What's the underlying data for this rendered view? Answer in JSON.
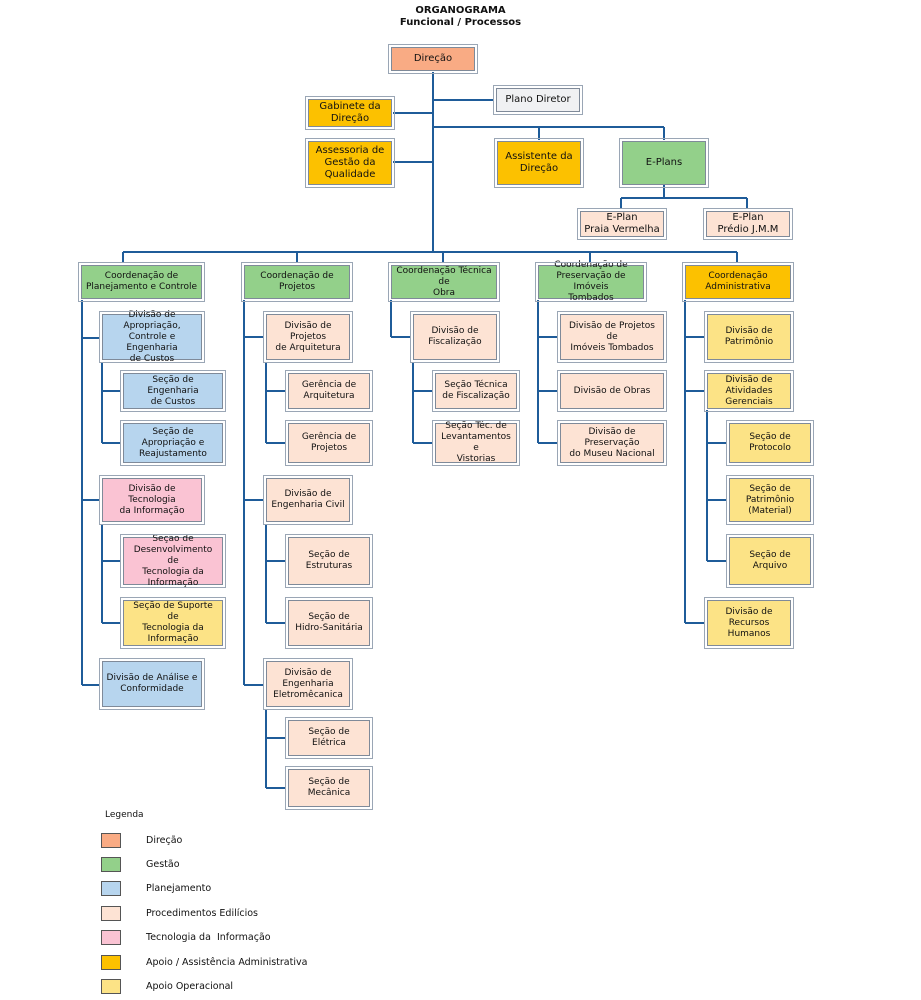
{
  "title": "ORGANOGRAMA",
  "subtitle": "Funcional / Processos",
  "colors": {
    "direcao": "#f9ab84",
    "gestao": "#93d08a",
    "planejamento": "#b7d5ee",
    "procedimentos": "#fde3d4",
    "ti": "#fac3d3",
    "apoio_adm": "#fcc100",
    "apoio_oper": "#fce386",
    "connector": "#1f5c99"
  },
  "top": {
    "direcao": "Direção",
    "plano_diretor": "Plano Diretor",
    "gabinete": "Gabinete da Direção",
    "assessoria": "Assessoria de Gestão da Qualidade",
    "assistente": "Assistente da Direção",
    "eplans": "E-Plans",
    "eplan_praia": "E-Plan\nPraia Vermelha",
    "eplan_predio": "E-Plan\nPrédio J.M.M"
  },
  "coord1": {
    "label": "Coordenação de\nPlanejamento e Controle",
    "div_apropriacao": "Divisão de Apropriação,\nControle e Engenharia\nde Custos",
    "sec_eng_custos": "Seção de Engenharia\nde Custos",
    "sec_apropriacao": "Seção de Apropriação e\nReajustamento",
    "div_ti": "Divisão de Tecnologia\nda Informação",
    "sec_desenv_ti": "Seção de\nDesenvolvimento de\nTecnologia da\nInformação",
    "sec_suporte_ti": "Seção de Suporte de\nTecnologia da\nInformação",
    "div_analise": "Divisão de Análise e\nConformidade"
  },
  "coord2": {
    "label": "Coordenação de Projetos",
    "div_arquitetura": "Divisão de Projetos\nde Arquitetura",
    "ger_arquitetura": "Gerência de\nArquitetura",
    "ger_projetos": "Gerência de\nProjetos",
    "div_civil": "Divisão de\nEngenharia Civil",
    "sec_estruturas": "Seção de\nEstruturas",
    "sec_hidro": "Seção de\nHidro-Sanitária",
    "div_eletro": "Divisão de\nEngenharia\nEletromêcanica",
    "sec_eletrica": "Seção de\nElétrica",
    "sec_mecanica": "Seção de\nMecânica"
  },
  "coord3": {
    "label": "Coordenação Técnica de\nObra",
    "div_fiscalizacao": "Divisão de\nFiscalização",
    "sec_fiscalizacao": "Seção Técnica\nde Fiscalização",
    "sec_levantamentos": "Seção Téc. de\nLevantamentos e\nVistorias"
  },
  "coord4": {
    "label": "Coordenação de\nPreservação de Imóveis\nTombados",
    "div_projetos_tombados": "Divisão de Projetos de\nImóveis Tombados",
    "div_obras": "Divisão de Obras",
    "div_museu": "Divisão de Preservação\ndo Museu Nacional"
  },
  "coord5": {
    "label": "Coordenação\nAdministrativa",
    "div_patrimonio": "Divisão de Patrimônio",
    "div_atividades": "Divisão de Atividades\nGerenciais",
    "sec_protocolo": "Seção de Protocolo",
    "sec_patrimonio": "Seção de\nPatrimônio\n(Material)",
    "sec_arquivo": "Seção de Arquivo",
    "div_rh": "Divisão de\nRecursos Humanos"
  },
  "legend": {
    "title": "Legenda",
    "items": [
      "Direção",
      "Gestão",
      "Planejamento",
      "Procedimentos Edilícios",
      "Tecnologia da  Informação",
      "Apoio / Assistência Administrativa",
      "Apoio Operacional"
    ]
  }
}
